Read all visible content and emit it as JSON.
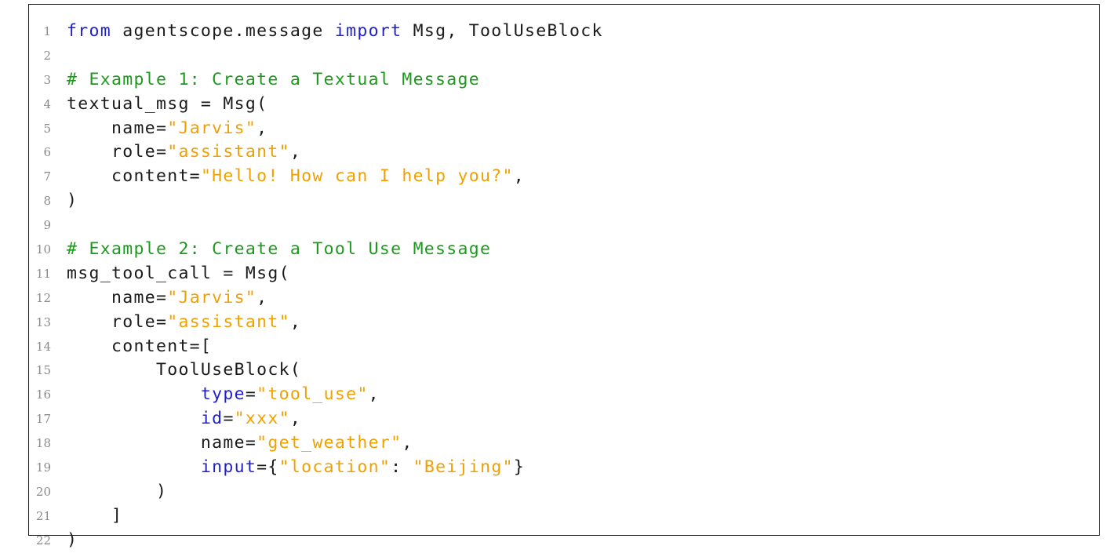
{
  "colors": {
    "keyword": "#1f1fcc",
    "comment": "#1b9a1b",
    "string": "#f0a000",
    "text": "#1a1a1a",
    "line_number": "#8a8a8a"
  },
  "code": {
    "lines": [
      [
        {
          "t": "kw",
          "v": "from"
        },
        {
          "t": "tx",
          "v": " agentscope.message "
        },
        {
          "t": "kw",
          "v": "import"
        },
        {
          "t": "tx",
          "v": " Msg, ToolUseBlock"
        }
      ],
      [],
      [
        {
          "t": "cm",
          "v": "# Example 1: Create a Textual Message"
        }
      ],
      [
        {
          "t": "tx",
          "v": "textual_msg = Msg("
        }
      ],
      [
        {
          "t": "tx",
          "v": "    name="
        },
        {
          "t": "st",
          "v": "\"Jarvis\""
        },
        {
          "t": "tx",
          "v": ","
        }
      ],
      [
        {
          "t": "tx",
          "v": "    role="
        },
        {
          "t": "st",
          "v": "\"assistant\""
        },
        {
          "t": "tx",
          "v": ","
        }
      ],
      [
        {
          "t": "tx",
          "v": "    content="
        },
        {
          "t": "st",
          "v": "\"Hello! How can I help you?\""
        },
        {
          "t": "tx",
          "v": ","
        }
      ],
      [
        {
          "t": "tx",
          "v": ")"
        }
      ],
      [],
      [
        {
          "t": "cm",
          "v": "# Example 2: Create a Tool Use Message"
        }
      ],
      [
        {
          "t": "tx",
          "v": "msg_tool_call = Msg("
        }
      ],
      [
        {
          "t": "tx",
          "v": "    name="
        },
        {
          "t": "st",
          "v": "\"Jarvis\""
        },
        {
          "t": "tx",
          "v": ","
        }
      ],
      [
        {
          "t": "tx",
          "v": "    role="
        },
        {
          "t": "st",
          "v": "\"assistant\""
        },
        {
          "t": "tx",
          "v": ","
        }
      ],
      [
        {
          "t": "tx",
          "v": "    content=["
        }
      ],
      [
        {
          "t": "tx",
          "v": "        ToolUseBlock("
        }
      ],
      [
        {
          "t": "tx",
          "v": "            "
        },
        {
          "t": "kw",
          "v": "type"
        },
        {
          "t": "tx",
          "v": "="
        },
        {
          "t": "st",
          "v": "\"tool_use\""
        },
        {
          "t": "tx",
          "v": ","
        }
      ],
      [
        {
          "t": "tx",
          "v": "            "
        },
        {
          "t": "kw",
          "v": "id"
        },
        {
          "t": "tx",
          "v": "="
        },
        {
          "t": "st",
          "v": "\"xxx\""
        },
        {
          "t": "tx",
          "v": ","
        }
      ],
      [
        {
          "t": "tx",
          "v": "            name="
        },
        {
          "t": "st",
          "v": "\"get_weather\""
        },
        {
          "t": "tx",
          "v": ","
        }
      ],
      [
        {
          "t": "tx",
          "v": "            "
        },
        {
          "t": "kw",
          "v": "input"
        },
        {
          "t": "tx",
          "v": "={"
        },
        {
          "t": "st",
          "v": "\"location\""
        },
        {
          "t": "tx",
          "v": ": "
        },
        {
          "t": "st",
          "v": "\"Beijing\""
        },
        {
          "t": "tx",
          "v": "}"
        }
      ],
      [
        {
          "t": "tx",
          "v": "        )"
        }
      ],
      [
        {
          "t": "tx",
          "v": "    ]"
        }
      ],
      [
        {
          "t": "tx",
          "v": ")"
        }
      ]
    ]
  }
}
